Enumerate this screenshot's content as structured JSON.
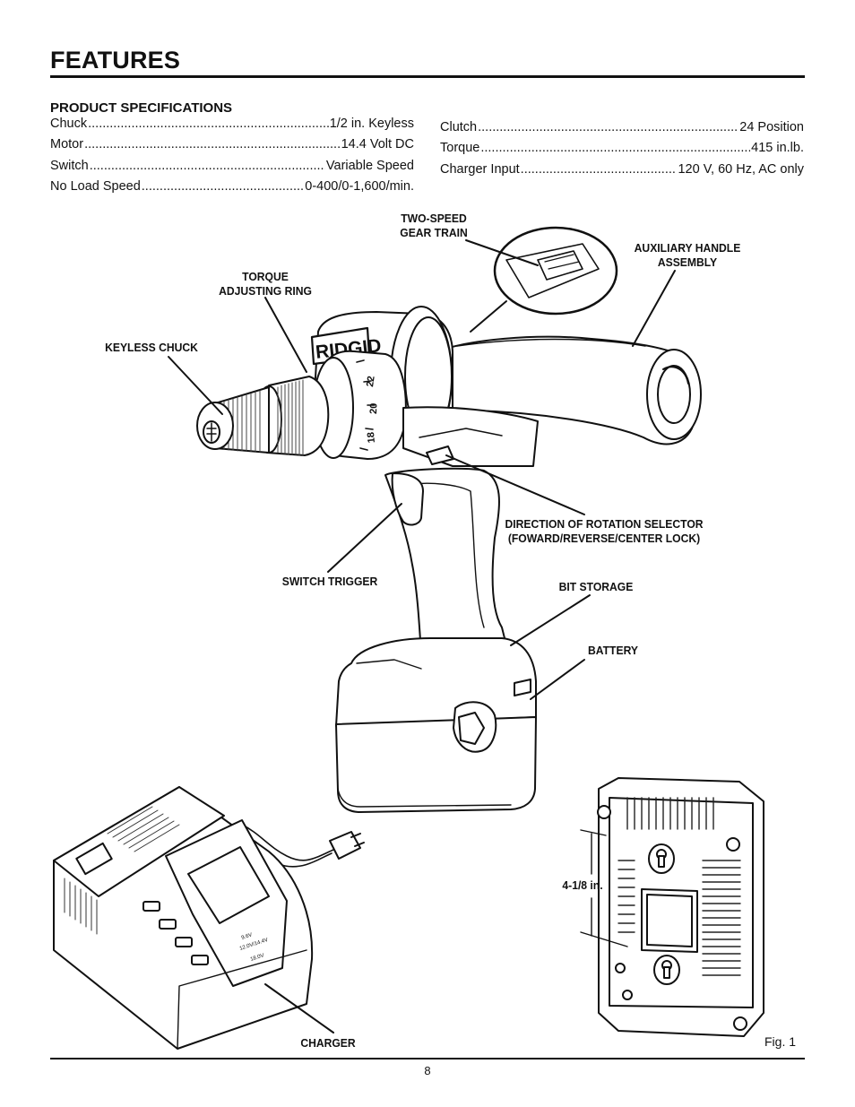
{
  "header": {
    "title": "FEATURES"
  },
  "specs": {
    "heading": "PRODUCT SPECIFICATIONS",
    "left": [
      {
        "label": "Chuck",
        "value": "1/2 in. Keyless"
      },
      {
        "label": "Motor",
        "value": "14.4 Volt DC"
      },
      {
        "label": "Switch",
        "value": "Variable Speed"
      },
      {
        "label": "No Load Speed",
        "value": "0-400/0-1,600/min."
      }
    ],
    "right": [
      {
        "label": "Clutch",
        "value": "24 Position"
      },
      {
        "label": "Torque",
        "value": "415 in.lb."
      },
      {
        "label": "Charger Input",
        "value": "120 V, 60 Hz, AC only"
      }
    ]
  },
  "callouts": {
    "two_speed_line1": "TWO-SPEED",
    "two_speed_line2": "GEAR TRAIN",
    "aux_line1": "AUXILIARY HANDLE",
    "aux_line2": "ASSEMBLY",
    "torque_line1": "TORQUE",
    "torque_line2": "ADJUSTING RING",
    "keyless_chuck": "KEYLESS CHUCK",
    "direction_line1": "DIRECTION OF ROTATION SELECTOR",
    "direction_line2": "(FOWARD/REVERSE/CENTER LOCK)",
    "switch_trigger": "SWITCH TRIGGER",
    "bit_storage": "BIT STORAGE",
    "battery": "BATTERY",
    "dimension": "4-1/8 in.",
    "charger": "CHARGER"
  },
  "drill": {
    "brand": "RIDGID",
    "clutch_numbers": [
      "22",
      "20",
      "18"
    ]
  },
  "charger_labels": {
    "line1": "9.6V",
    "line2": "12.0V/14.4V",
    "line3": "18.0V"
  },
  "figure": {
    "label": "Fig. 1"
  },
  "footer": {
    "page_number": "8"
  }
}
